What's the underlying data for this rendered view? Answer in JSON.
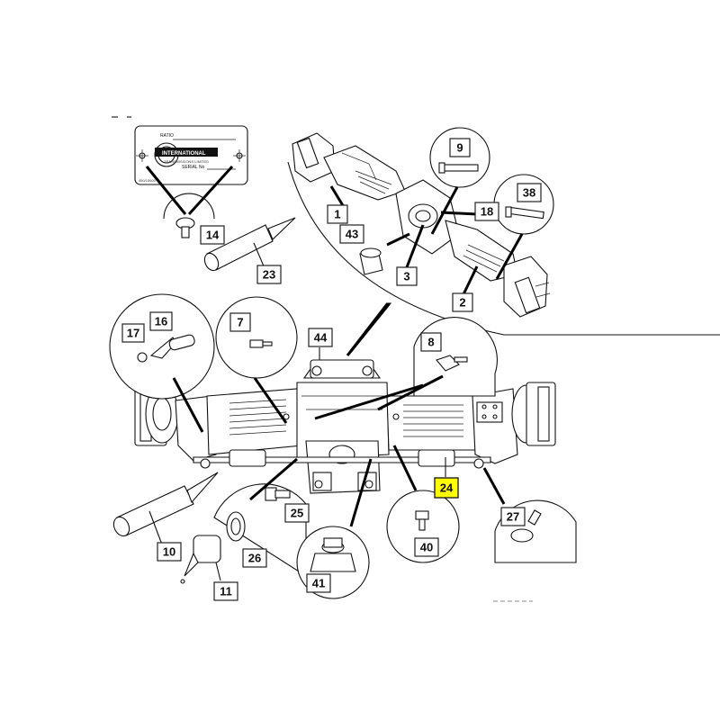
{
  "callouts": [
    {
      "id": "9",
      "label": "9",
      "highlighted": false
    },
    {
      "id": "38",
      "label": "38",
      "highlighted": false
    },
    {
      "id": "1",
      "label": "1",
      "highlighted": false
    },
    {
      "id": "18",
      "label": "18",
      "highlighted": false
    },
    {
      "id": "43",
      "label": "43",
      "highlighted": false
    },
    {
      "id": "3",
      "label": "3",
      "highlighted": false
    },
    {
      "id": "2",
      "label": "2",
      "highlighted": false
    },
    {
      "id": "14",
      "label": "14",
      "highlighted": false
    },
    {
      "id": "23",
      "label": "23",
      "highlighted": false
    },
    {
      "id": "17",
      "label": "17",
      "highlighted": false
    },
    {
      "id": "16",
      "label": "16",
      "highlighted": false
    },
    {
      "id": "7",
      "label": "7",
      "highlighted": false
    },
    {
      "id": "44",
      "label": "44",
      "highlighted": false
    },
    {
      "id": "8",
      "label": "8",
      "highlighted": false
    },
    {
      "id": "24",
      "label": "24",
      "highlighted": true
    },
    {
      "id": "25",
      "label": "25",
      "highlighted": false
    },
    {
      "id": "27",
      "label": "27",
      "highlighted": false
    },
    {
      "id": "10",
      "label": "10",
      "highlighted": false
    },
    {
      "id": "26",
      "label": "26",
      "highlighted": false
    },
    {
      "id": "40",
      "label": "40",
      "highlighted": false
    },
    {
      "id": "11",
      "label": "11",
      "highlighted": false
    },
    {
      "id": "41",
      "label": "41",
      "highlighted": false
    }
  ],
  "plate": {
    "ratio_label": "RATIO",
    "brand_line1": "INTERNATIONAL",
    "brand_line2": "TRANSMISSIONS LIMITED",
    "serial_label": "SERIAL No",
    "part_code": "450/10600"
  },
  "colors": {
    "highlight": "#ffff00",
    "line": "#111111",
    "leader": "#000000"
  }
}
